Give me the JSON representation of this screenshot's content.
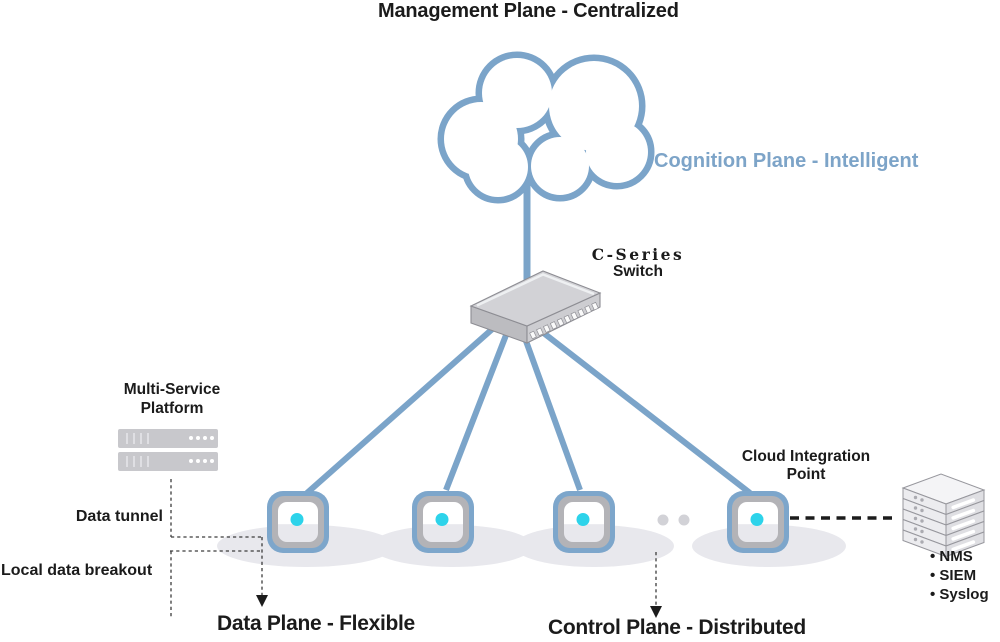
{
  "title": "Management Plane - Centralized",
  "planes": {
    "cognition_label": "Cognition Plane - Intelligent",
    "data_label": "Data Plane - Flexible",
    "control_label": "Control Plane - Distributed"
  },
  "switch": {
    "series": "C-Series",
    "type": "Switch"
  },
  "platform_label": "Multi-Service Platform",
  "cloud_integration_label": "Cloud Integration Point",
  "annotations": {
    "data_tunnel": "Data tunnel",
    "local_breakout": "Local data breakout"
  },
  "server_bullets": [
    "• NMS",
    "• SIEM",
    "• Syslog"
  ],
  "colors": {
    "line_blue": "#7ba4c9",
    "cognition_text": "#7da4c8",
    "ap_dot_cyan": "#2dd3ea",
    "floor_shadow": "#e8e8ed",
    "text_dark": "#1b1b1b"
  }
}
